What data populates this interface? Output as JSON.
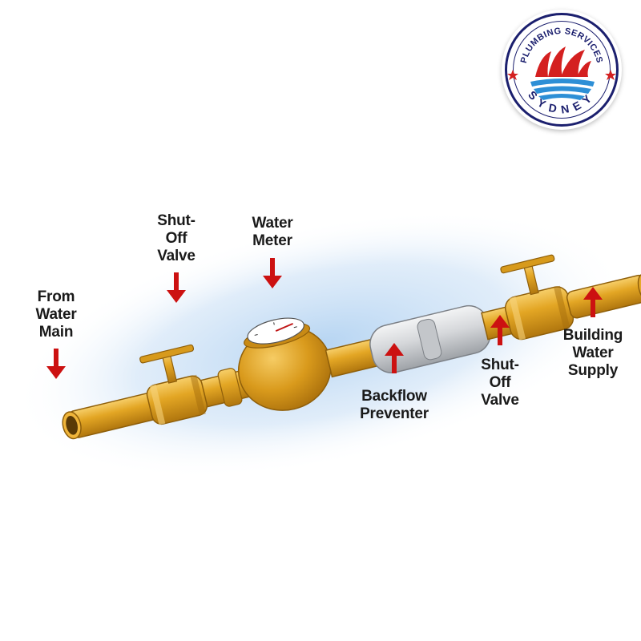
{
  "labels": {
    "from_main": [
      "From",
      "Water",
      "Main"
    ],
    "shutoff_left": [
      "Shut-",
      "Off",
      "Valve"
    ],
    "water_meter": [
      "Water",
      "Meter"
    ],
    "backflow": [
      "Backflow",
      "Preventer"
    ],
    "shutoff_right": [
      "Shut-",
      "Off",
      "Valve"
    ],
    "building_supply": [
      "Building",
      "Water",
      "Supply"
    ]
  },
  "logo": {
    "top_text": "PLUMBING SERVICES",
    "bottom_text": "SYDNEY"
  },
  "colors": {
    "pipe": "#e0a21e",
    "pipe_dark": "#b57810",
    "pipe_light": "#f5c75a",
    "arrow": "#cc1111",
    "backflow": "#d7d9dc",
    "shadow": "#a9cdf0",
    "logo_navy": "#1b1f6e",
    "logo_red": "#d42020",
    "logo_blue": "#2d8fd6"
  },
  "icons": {
    "arrows": "red-arrow",
    "logo": "sydney-opera-house-icon"
  }
}
